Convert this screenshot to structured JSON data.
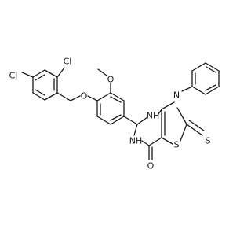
{
  "molecule": {
    "atom_labels": {
      "cl_para": "Cl",
      "cl_ortho": "Cl",
      "o_ether": "O",
      "o_methoxy": "O",
      "nh_upper": "NH",
      "n_phenyl": "N",
      "nh_lower": "NH",
      "s_ring": "S",
      "s_thione": "S",
      "o_carbonyl": "O"
    }
  },
  "colors": {
    "bond": "#1a1a1a",
    "text": "#1a1a1a",
    "background": "#ffffff"
  }
}
